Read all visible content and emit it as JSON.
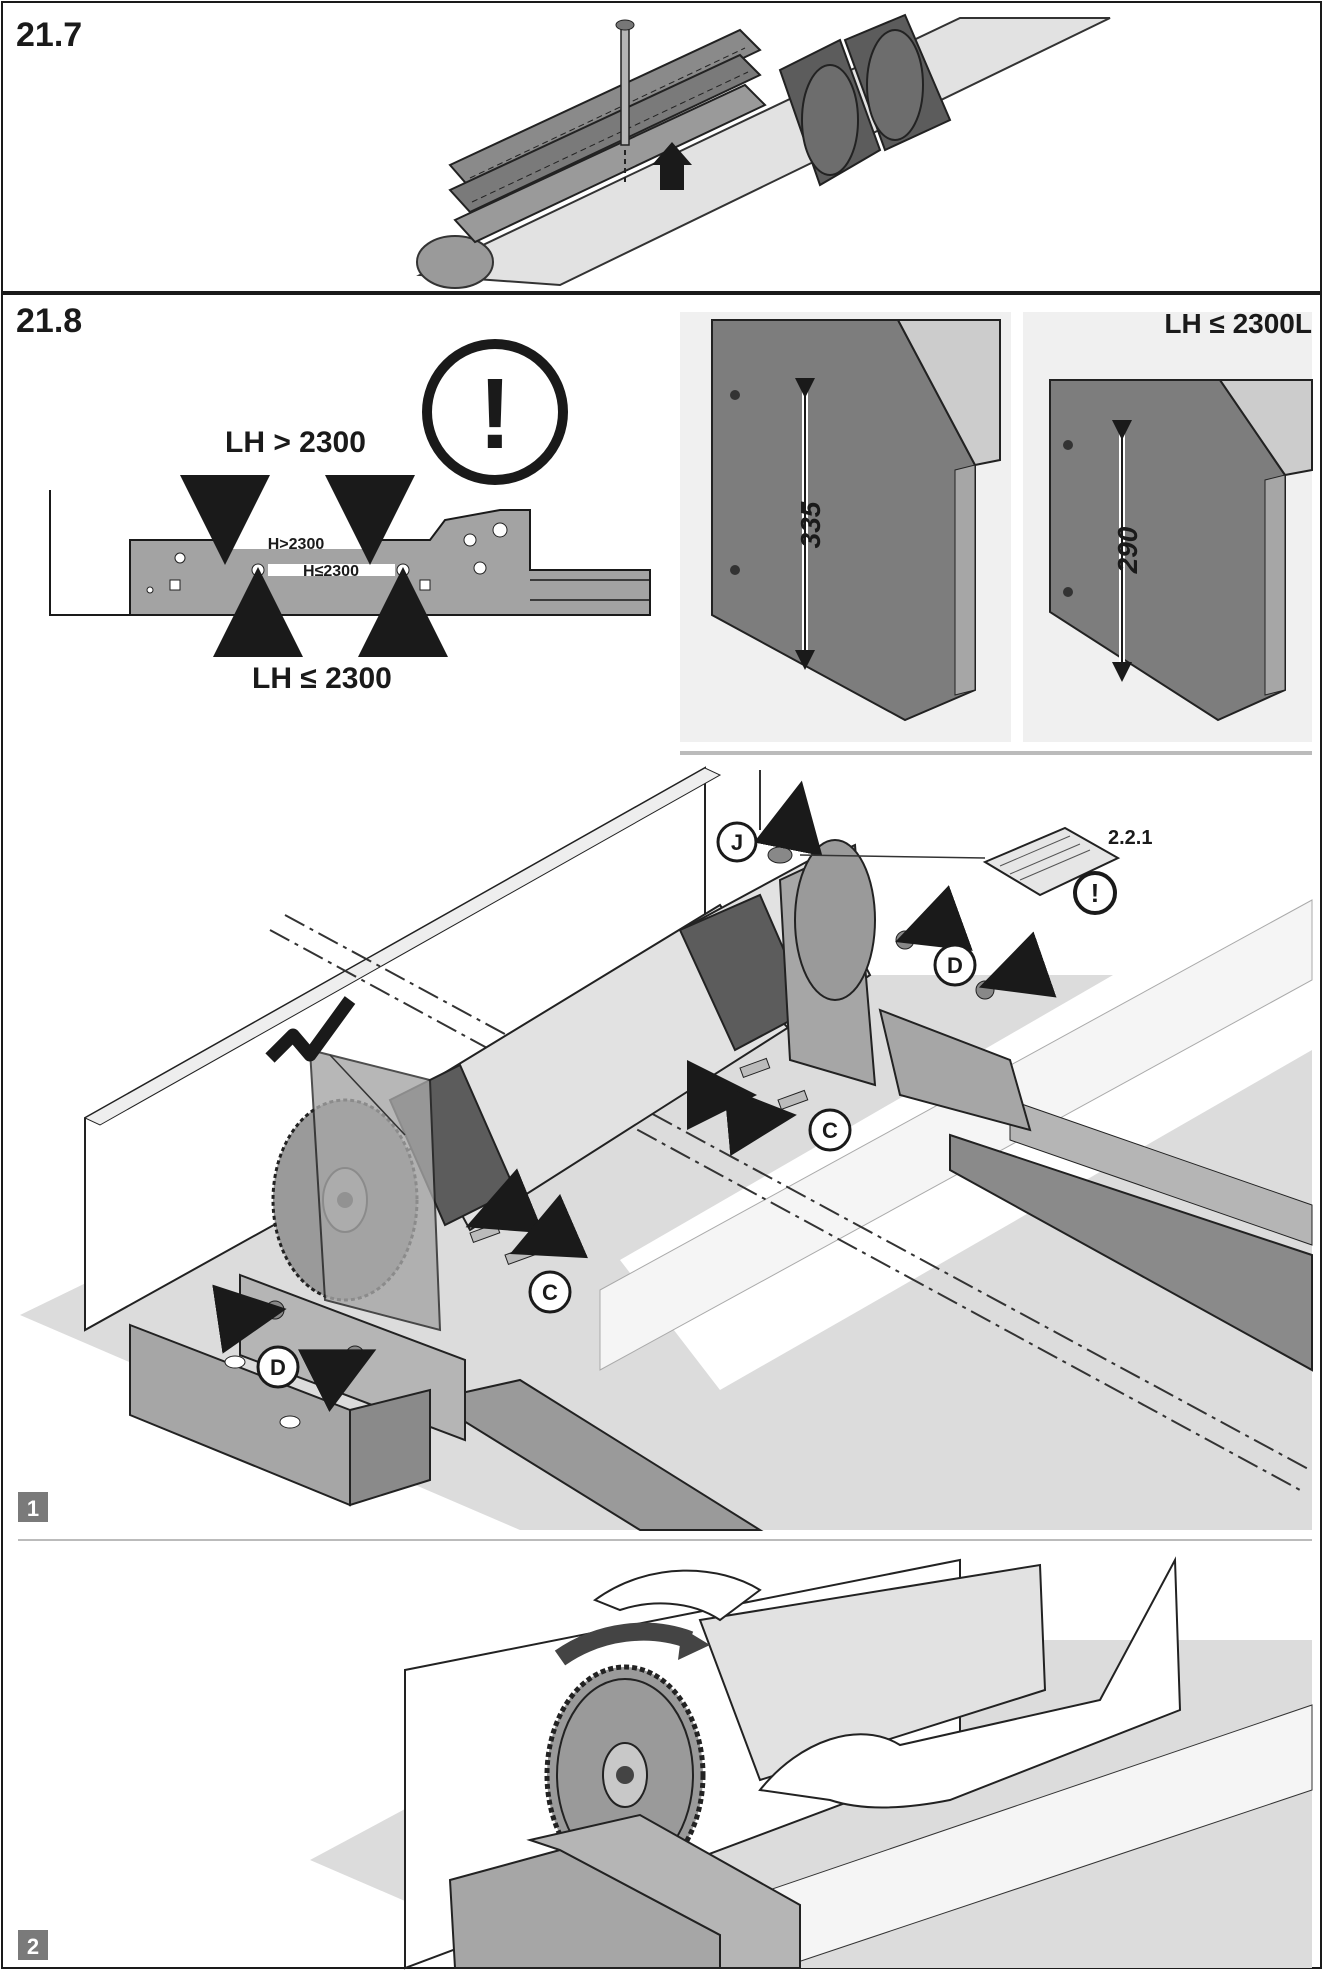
{
  "section_a": {
    "number": "21.7"
  },
  "section_b": {
    "number": "21.8",
    "warning_symbol": "!",
    "bracket": {
      "label_top": "LH > 2300",
      "label_bottom": "LH ≤ 2300",
      "range_upper": "H>2300",
      "range_lower": "H≤2300"
    },
    "dimension_panel": {
      "header": "LH ≤ 2300L",
      "dim_left": "335",
      "dim_right": "290"
    },
    "step1": {
      "badge": "1",
      "callout_j": "J",
      "callout_c": "C",
      "callout_d": "D",
      "manual_ref": "2.2.1",
      "manual_warning": "!",
      "check_symbol": "✓"
    },
    "step2": {
      "badge": "2"
    }
  },
  "colors": {
    "ink": "#1a1a1a",
    "metal": "#a3a3a3",
    "metal_dark": "#7d7d7d",
    "shaft": "#dedede",
    "floor": "#d9d9d9",
    "rubber": "#5c5c5c"
  }
}
